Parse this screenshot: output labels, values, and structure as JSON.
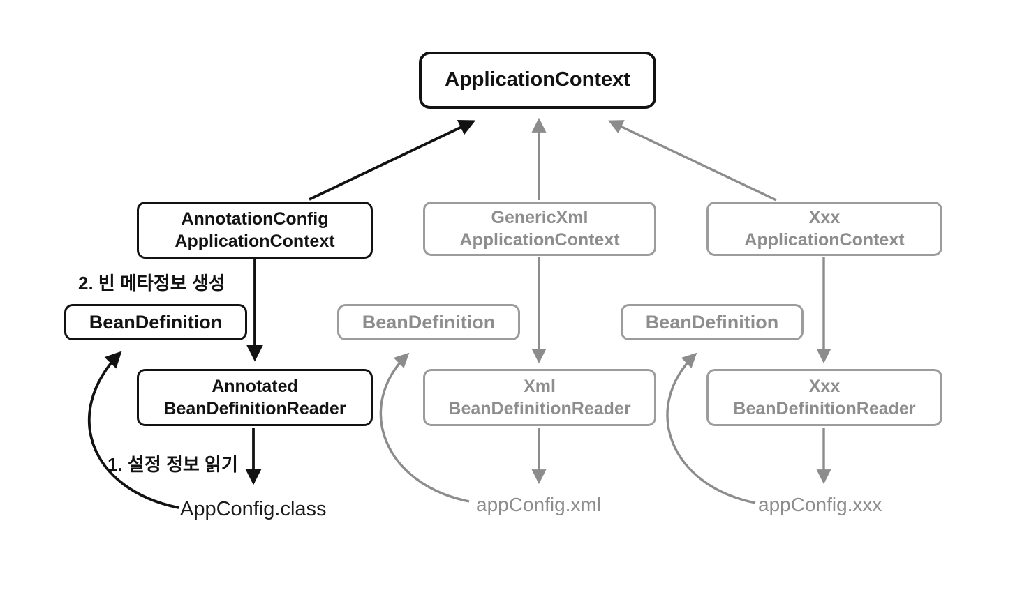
{
  "diagram": {
    "title": "ApplicationContext / BeanDefinition hierarchy",
    "colors": {
      "active": "#121212",
      "inactive_text": "#8d8d8d",
      "inactive_border": "#9c9c9c",
      "arrow_gray": "#8c8c8c",
      "background": "#ffffff"
    },
    "nodes": {
      "application_context": {
        "line1": "ApplicationContext"
      },
      "annotation_config_application_context": {
        "line1": "AnnotationConfig",
        "line2": "ApplicationContext"
      },
      "generic_xml_application_context": {
        "line1": "GenericXml",
        "line2": "ApplicationContext"
      },
      "xxx_application_context": {
        "line1": "Xxx",
        "line2": "ApplicationContext"
      },
      "bean_definition_annotation": {
        "line1": "BeanDefinition"
      },
      "bean_definition_xml": {
        "line1": "BeanDefinition"
      },
      "bean_definition_xxx": {
        "line1": "BeanDefinition"
      },
      "annotated_bean_definition_reader": {
        "line1": "Annotated",
        "line2": "BeanDefinitionReader"
      },
      "xml_bean_definition_reader": {
        "line1": "Xml",
        "line2": "BeanDefinitionReader"
      },
      "xxx_bean_definition_reader": {
        "line1": "Xxx",
        "line2": "BeanDefinitionReader"
      }
    },
    "labels": {
      "step2": "2. 빈 메타정보 생성",
      "step1": "1. 설정 정보 읽기",
      "app_config_class": "AppConfig.class",
      "app_config_xml": "appConfig.xml",
      "app_config_xxx": "appConfig.xxx"
    }
  }
}
